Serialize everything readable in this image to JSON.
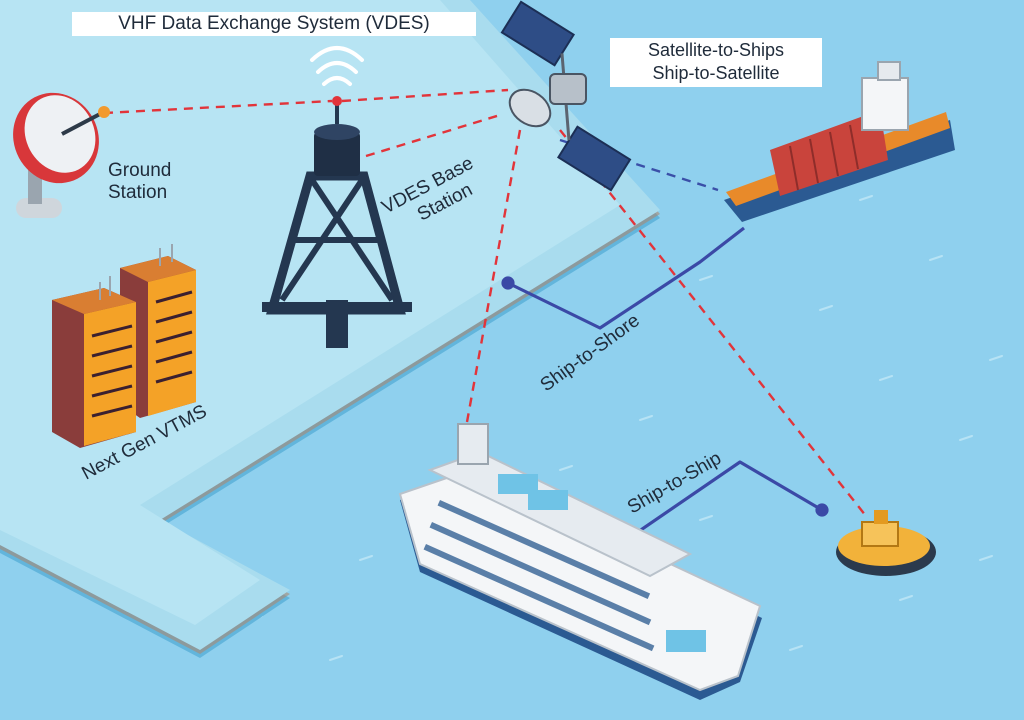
{
  "title": "VHF Data Exchange System (VDES)",
  "labels": {
    "satellite_link_line1": "Satellite-to-Ships",
    "satellite_link_line2": "Ship-to-Satellite",
    "ground_station_line1": "Ground",
    "ground_station_line2": "Station",
    "base_station_line1": "VDES Base",
    "base_station_line2": "Station",
    "vtms": "Next Gen VTMS",
    "ship_to_shore": "Ship-to-Shore",
    "ship_to_ship": "Ship-to-Ship"
  },
  "colors": {
    "sea": "#8fd0ee",
    "land": "#a9dcee",
    "land_edge": "#62b5dc",
    "radio_link_dashed": "#e2343a",
    "satellite_link_dashed": "#3a4fa8",
    "data_link_solid": "#3b49a6",
    "tower": "#243750",
    "building_windows": "#f4a227",
    "cargo_hull": "#e88a2a",
    "containers": "#c9443c",
    "cruise_hull_stripe": "#2b5a92",
    "tug_body": "#f2b23a"
  }
}
